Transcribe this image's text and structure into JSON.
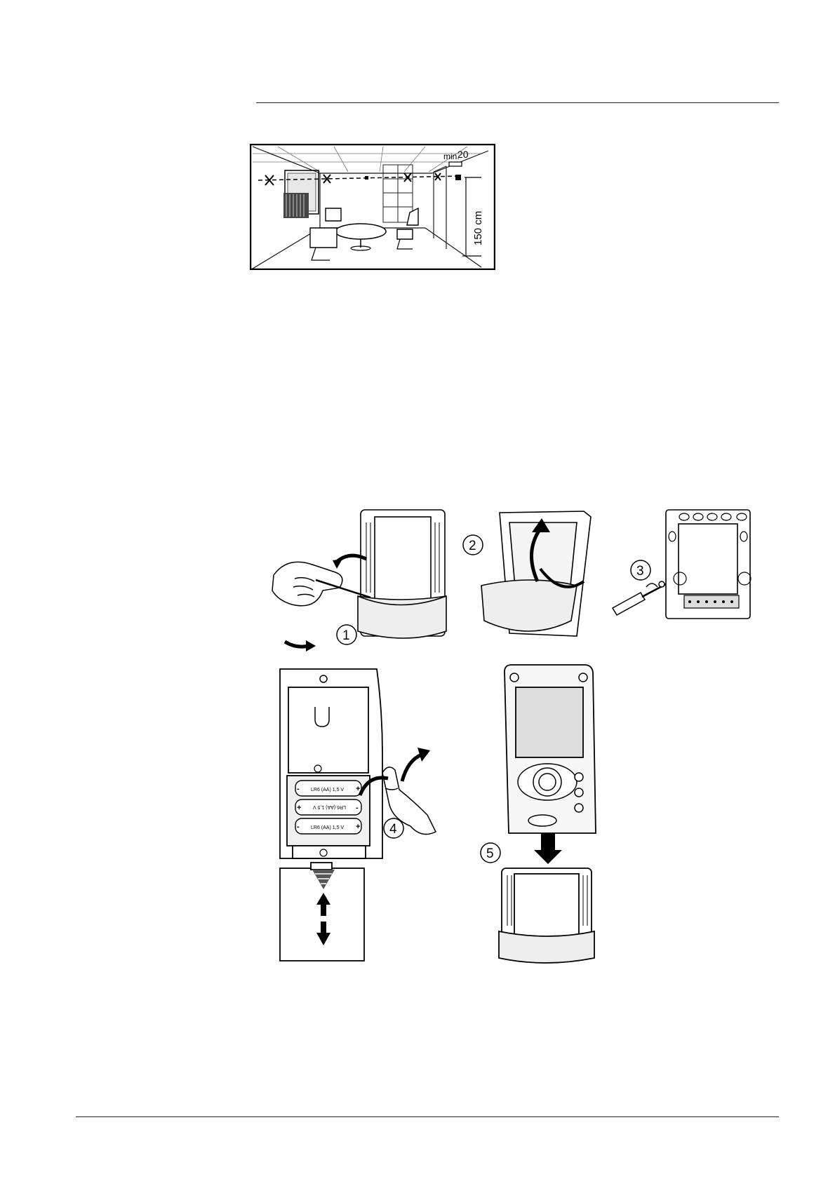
{
  "room_figure": {
    "min_label": "min.",
    "min_value": "20",
    "height_label": "150 cm"
  },
  "steps": {
    "step1": "1",
    "step2": "2",
    "step3": "3",
    "step4": "4",
    "step5": "5"
  },
  "battery_label": "LR6 (AA) 1,5 V"
}
